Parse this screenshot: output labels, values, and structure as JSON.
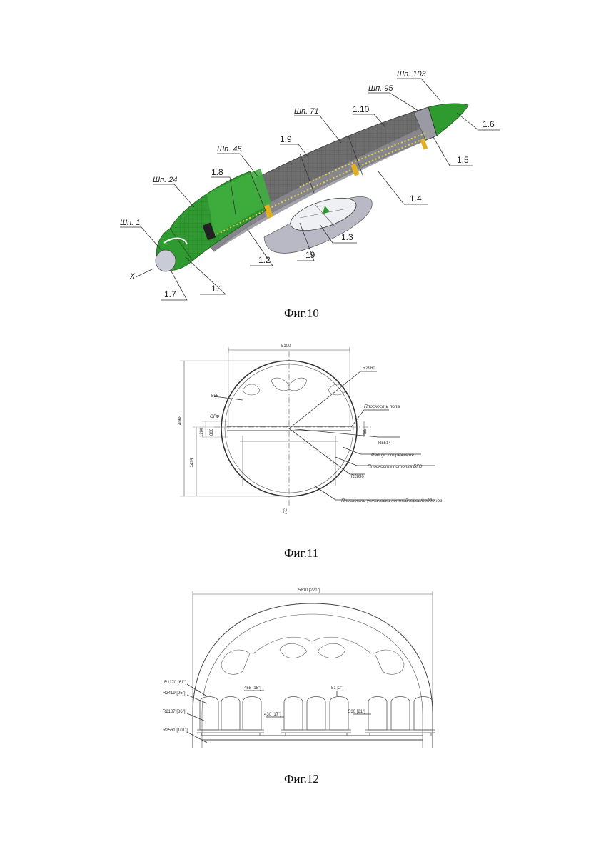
{
  "fig10": {
    "caption": "Фиг.10",
    "frames": {
      "f1": "Шп. 1",
      "f24": "Шп. 24",
      "f45": "Шп. 45",
      "f71": "Шп. 71",
      "f95": "Шп. 95",
      "f103": "Шп. 103"
    },
    "parts": {
      "p11": "1.1",
      "p12": "1.2",
      "p13": "1.3",
      "p14": "1.4",
      "p15": "1.5",
      "p16": "1.6",
      "p17": "1.7",
      "p18": "1.8",
      "p19": "1.9",
      "p110": "1.10",
      "p19b": "19"
    },
    "axis": "X",
    "colors": {
      "green": "#2f9a2f",
      "dark": "#6e6e6e",
      "light": "#b9b9c6"
    }
  },
  "fig11": {
    "caption": "Фиг.11",
    "dims": {
      "width": "5100",
      "r1": "R2960",
      "r2": "R5514",
      "r3": "R2836",
      "d1": "555",
      "h1": "1200",
      "h2": "800",
      "h3": "2425",
      "h4": "4068",
      "h5": "485"
    },
    "labels": {
      "sgf": "СГФ",
      "sgs": "ГС",
      "floor": "Плоскость пола",
      "radius": "Радиус сопряжения",
      "ceiling": "Плоскость потолка БГО",
      "containers": "Плоскость установки контейнеров/поддонов"
    }
  },
  "fig12": {
    "caption": "Фиг.12",
    "dims": {
      "width": "5610 [221\"]",
      "seatw": "458 [18\"]",
      "aisle1": "51 [2\"]",
      "aisle2": "530 [21\"]",
      "aisle3": "430 [17\"]",
      "r1": "R1170 [61\"]",
      "r2": "R2419 [95\"]",
      "r3": "R2187 [86\"]",
      "r4": "R2561 [101\"]"
    }
  }
}
